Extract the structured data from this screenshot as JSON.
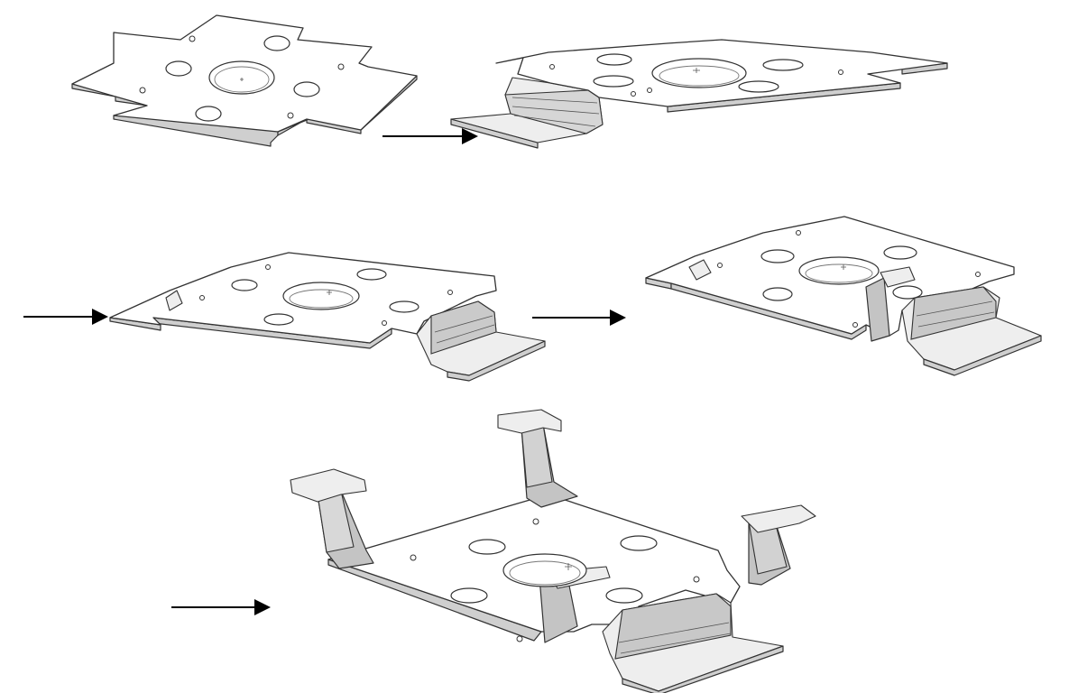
{
  "figure": {
    "steps": [
      {
        "name": "flat-blank"
      },
      {
        "name": "first-bend"
      },
      {
        "name": "second-bend"
      },
      {
        "name": "third-bend"
      },
      {
        "name": "finished-bracket"
      }
    ],
    "arrows": 4,
    "colors": {
      "background": "#ffffff",
      "outline": "#333333",
      "bend-shading": "#c4c4c4",
      "arrow": "#000000"
    }
  }
}
